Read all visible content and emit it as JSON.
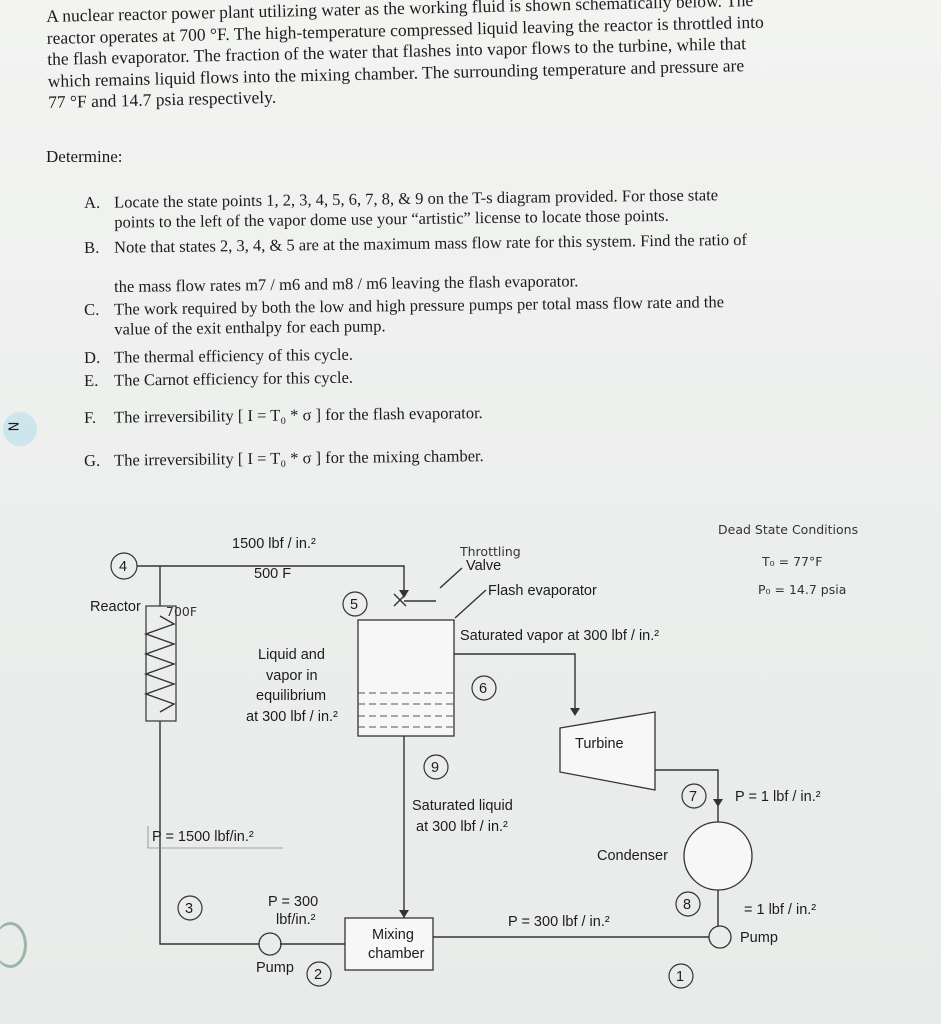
{
  "problem": {
    "intro_lines": [
      "A nuclear reactor power plant utilizing water as the working fluid is shown schematically below.  The",
      "reactor operates at 700 °F.  The high-temperature compressed liquid leaving the reactor is throttled into",
      "the flash evaporator.  The fraction of the water that flashes into vapor flows to the turbine, while that",
      "which remains liquid flows into the mixing chamber.  The surrounding temperature and pressure are",
      "77 °F and 14.7 psia respectively."
    ],
    "determine": "Determine:",
    "questions": [
      {
        "label": "A.",
        "lines": [
          "Locate the state points 1, 2, 3, 4, 5, 6, 7, 8, & 9 on the T-s diagram provided.  For those state",
          "points to the left of the vapor dome use your “artistic” license to locate those points."
        ]
      },
      {
        "label": "B.",
        "lines": [
          "Note that states 2, 3, 4, & 5 are at the maximum mass flow rate for this system.  Find the ratio of",
          "the mass flow rates  m7 / m6  and  m8 / m6   leaving the flash evaporator."
        ]
      },
      {
        "label": "C.",
        "lines": [
          "The work required by both the low and high pressure pumps per total mass flow rate and the",
          "value of the exit enthalpy for each pump."
        ]
      },
      {
        "label": "D.",
        "lines": [
          "The thermal efficiency of this cycle."
        ]
      },
      {
        "label": "E.",
        "lines": [
          "The Carnot efficiency for this cycle."
        ]
      },
      {
        "label": "F.",
        "lines": [
          "The irreversibility [  I = T₀ * σ  ] for the flash evaporator."
        ]
      },
      {
        "label": "G.",
        "lines": [
          "The irreversibility [  I = T₀ * σ  ] for the mixing chamber."
        ]
      }
    ]
  },
  "diagram": {
    "p4": "1500 lbf / in.²",
    "t4": "500 F",
    "reactor": "Reactor",
    "reactor_temp_hand": "700F",
    "throttling_hand": "Throttling",
    "valve": "Valve",
    "flash_evaporator": "Flash evaporator",
    "sat_vapor": "Saturated vapor at 300 lbf / in.²",
    "liquid_vapor": [
      "Liquid and",
      "vapor in",
      "equilibrium",
      "at 300 lbf / in.²"
    ],
    "turbine": "Turbine",
    "sat_liquid": [
      "Saturated liquid",
      "at 300 lbf / in.²"
    ],
    "p7": "P = 1 lbf / in.²",
    "p1500": "P = 1500 lbf/in.²",
    "condenser": "Condenser",
    "p300_pump": [
      "P = 300",
      "lbf/in.²"
    ],
    "mixing": [
      "Mixing",
      "chamber"
    ],
    "p300": "P = 300 lbf / in.²",
    "p8": "= 1 lbf / in.²",
    "pump_right": "Pump",
    "pump_left": "Pump",
    "dead_state_title": "Dead State Conditions",
    "dead_t": "T₀ = 77°F",
    "dead_p": "P₀ = 14.7 psia",
    "states": [
      "1",
      "2",
      "3",
      "4",
      "5",
      "6",
      "7",
      "8",
      "9"
    ]
  }
}
